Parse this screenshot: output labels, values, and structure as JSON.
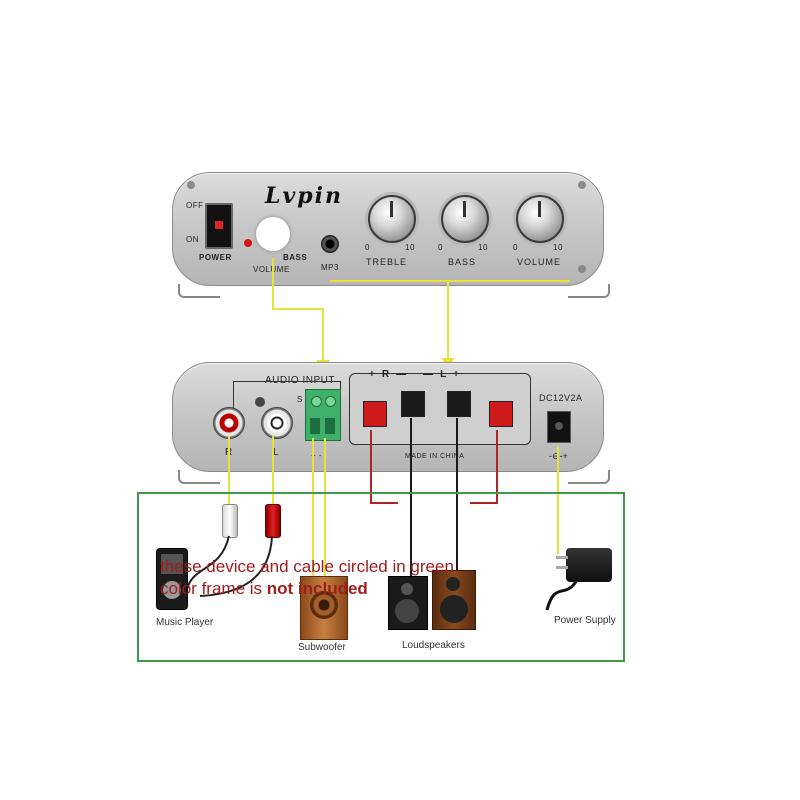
{
  "front_panel": {
    "brand": "Lvpin",
    "switch_off": "OFF",
    "switch_on": "ON",
    "power": "POWER",
    "bass_volume_1": "BASS",
    "bass_volume_2": "VOLUME",
    "mp3": "MP3",
    "knobs": [
      {
        "label": "TREBLE",
        "min": "0",
        "max": "10"
      },
      {
        "label": "BASS",
        "min": "0",
        "max": "10"
      },
      {
        "label": "VOLUME",
        "min": "0",
        "max": "10"
      }
    ]
  },
  "rear_panel": {
    "audio_input": "AUDIO INPUT",
    "r": "R",
    "l": "L",
    "s": "S",
    "plus_minus": "+  -",
    "speaker_header": "+  R  —     —  L  +",
    "made_in": "MADE IN CHINA",
    "dc": "DC12V2A"
  },
  "accessories": {
    "notice_line1": "these device and cable circled in green",
    "notice_line2_a": "color frame is ",
    "notice_line2_b": "not included",
    "music_player": "Music Player",
    "subwoofer": "Subwoofer",
    "loudspeakers": "Loudspeakers",
    "power_supply": "Power Supply"
  },
  "colors": {
    "frame_green": "#3f9a46",
    "wire_yellow": "#e6e23a",
    "notice_red": "#a01d1d"
  }
}
